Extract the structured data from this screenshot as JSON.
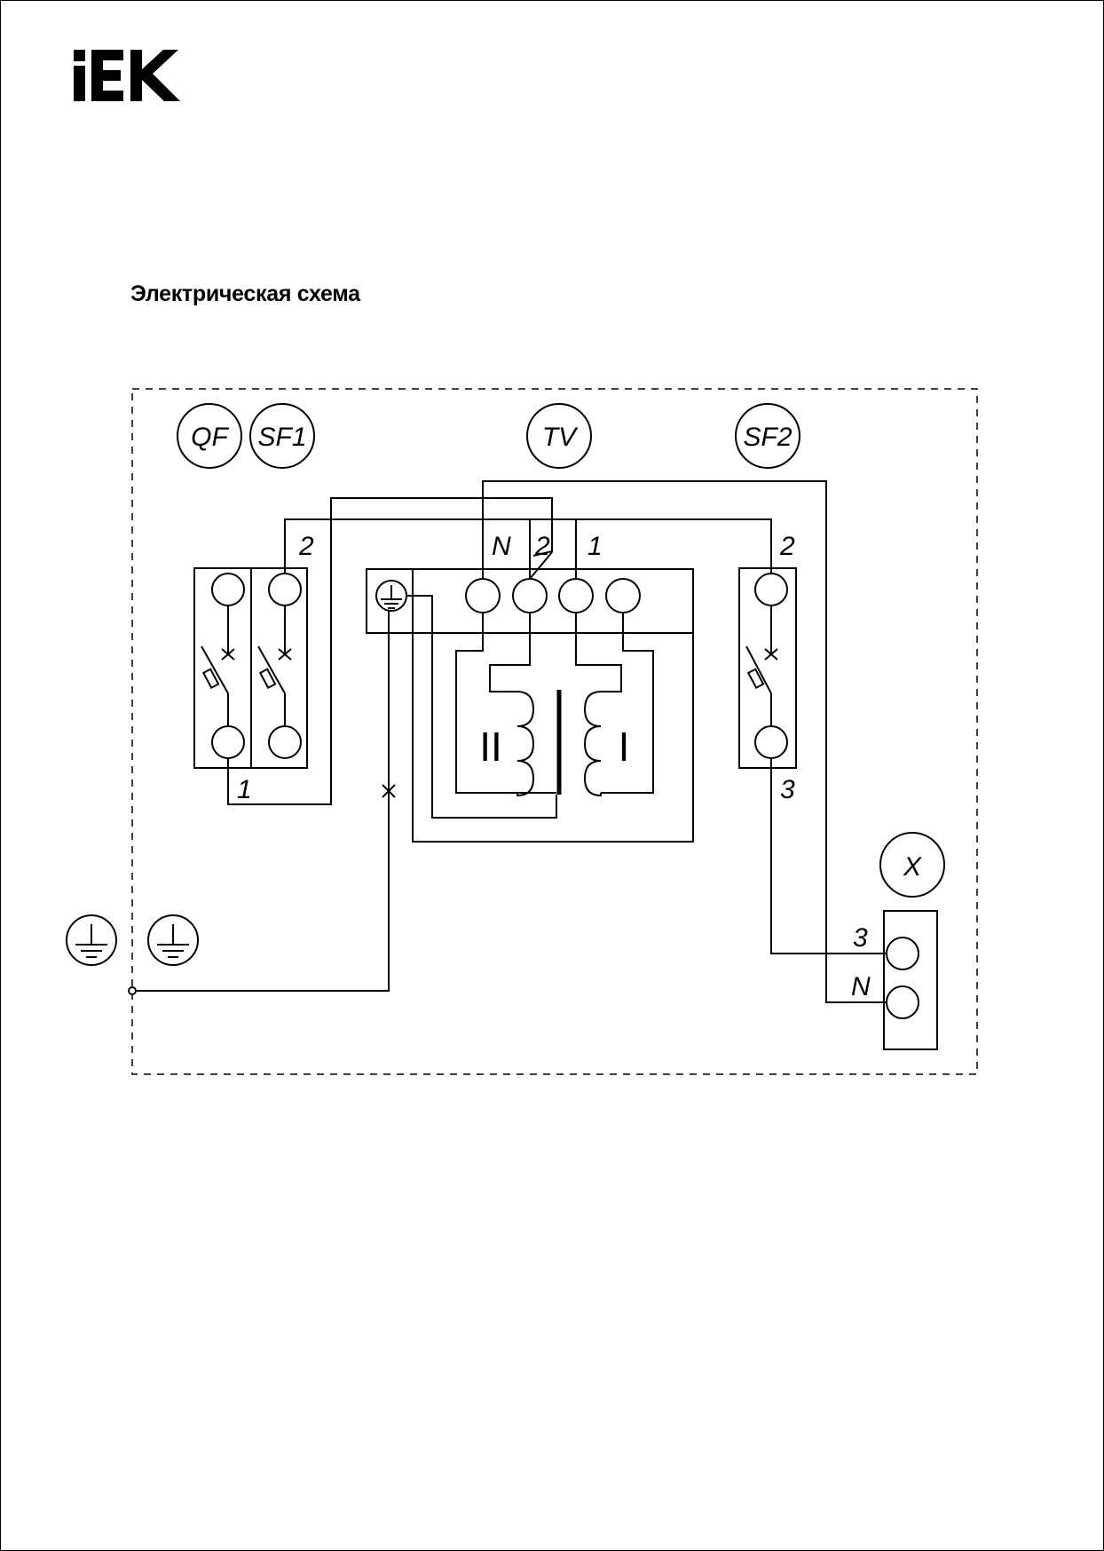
{
  "page": {
    "title": "Электрическая схема"
  },
  "brand": {
    "logo_text": "IEK",
    "ink_color": "#000000",
    "paper_color": "#ffffff"
  },
  "designators": {
    "qf": "QF",
    "sf1": "SF1",
    "tv": "TV",
    "sf2": "SF2",
    "x": "X"
  },
  "terminal_labels": {
    "sf1_in": "2",
    "qf_out": "1",
    "tv_n": "N",
    "tv_2": "2",
    "tv_1": "1",
    "sf2_in": "2",
    "sf2_out": "3",
    "x_3": "3",
    "x_n": "N"
  },
  "winding_labels": {
    "secondary": "II",
    "primary": "I"
  },
  "icons": [
    "iek-logo",
    "ground-icon"
  ]
}
